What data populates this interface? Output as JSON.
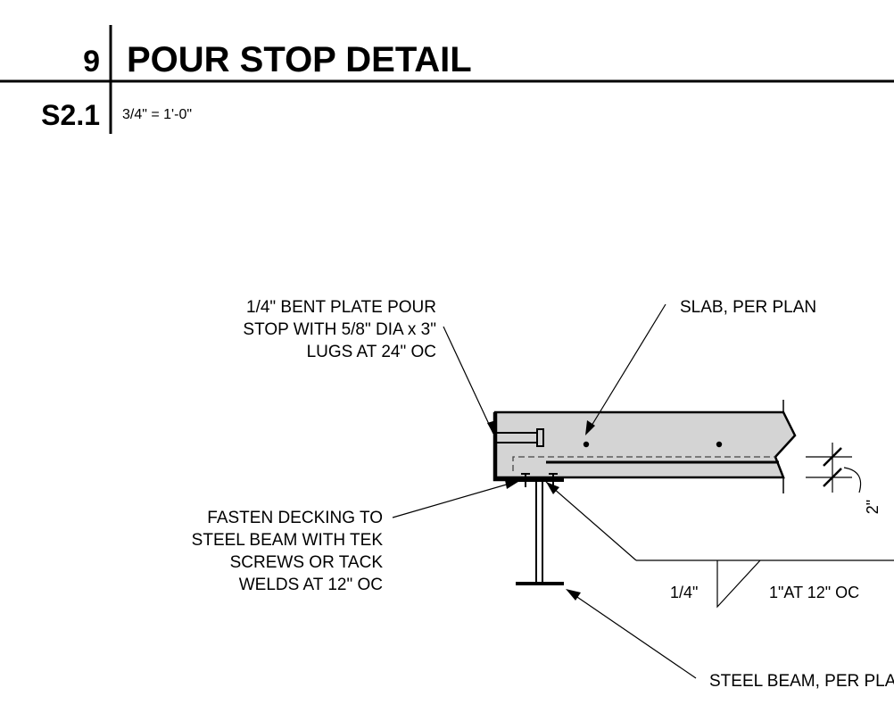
{
  "title_block": {
    "detail_number": "9",
    "detail_title": "POUR STOP DETAIL",
    "sheet_number": "S2.1",
    "scale": "3/4\" = 1'-0\""
  },
  "notes": {
    "bent_plate": [
      "1/4\" BENT PLATE POUR",
      "STOP WITH 5/8\" DIA x 3\"",
      "LUGS AT 24\" OC"
    ],
    "slab": "SLAB, PER PLAN",
    "fasten": [
      "FASTEN DECKING TO",
      "STEEL BEAM WITH TEK",
      "SCREWS OR TACK",
      "WELDS AT 12\" OC"
    ],
    "steel_beam": "STEEL BEAM, PER PLAN",
    "deck_dim": "2\""
  },
  "weld_symbol": {
    "size": "1/4\"",
    "length_pitch": "1\"AT 12\" OC"
  },
  "colors": {
    "slab_fill": "#d4d4d4",
    "line": "#000000"
  }
}
